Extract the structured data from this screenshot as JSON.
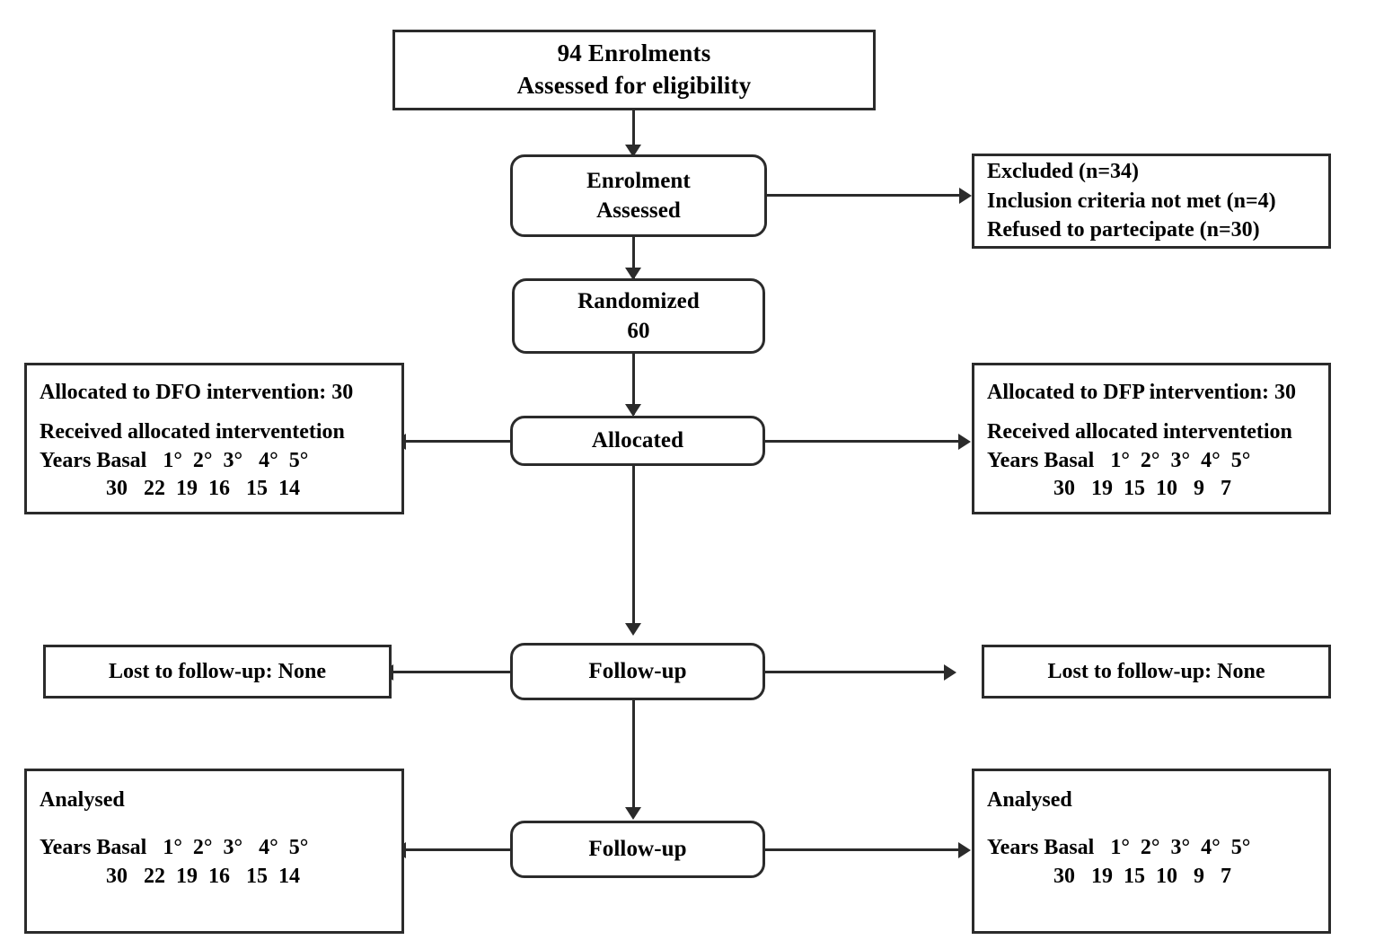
{
  "diagram": {
    "type": "consort-flow-diagram",
    "colors": {
      "stroke": "#2b2b2b",
      "text": "#000000",
      "background": "#ffffff"
    }
  },
  "enrolment_top": {
    "line1": "94 Enrolments",
    "line2": "Assessed for eligibility"
  },
  "enrolment_assessed": {
    "line1": "Enrolment",
    "line2": "Assessed"
  },
  "excluded": {
    "line1": "Excluded (n=34)",
    "line2": "Inclusion criteria not met (n=4)",
    "line3": "Refused to partecipate (n=30)"
  },
  "randomized": {
    "line1": "Randomized",
    "line2": "60"
  },
  "allocated": {
    "label": "Allocated"
  },
  "allocation_left": {
    "title": "Allocated to DFO intervention: 30",
    "received": "Received allocated interventetion",
    "years_header": "Years Basal   1°  2°  3°   4°  5°",
    "years_values": "30   22  19  16   15  14"
  },
  "allocation_right": {
    "title": "Allocated to DFP intervention: 30",
    "received": "Received allocated interventetion",
    "years_header": "Years Basal   1°  2°  3°  4°  5°",
    "years_values": "30   19  15  10   9   7"
  },
  "followup_mid": {
    "label": "Follow-up"
  },
  "lost_left": {
    "label": "Lost to follow-up: None"
  },
  "lost_right": {
    "label": "Lost to follow-up: None"
  },
  "followup_bottom": {
    "label": "Follow-up"
  },
  "analysed_left": {
    "title": "Analysed",
    "years_header": "Years Basal   1°  2°  3°   4°  5°",
    "years_values": "30   22  19  16   15  14"
  },
  "analysed_right": {
    "title": "Analysed",
    "years_header": "Years Basal   1°  2°  3°  4°  5°",
    "years_values": "30   19  15  10   9   7"
  }
}
